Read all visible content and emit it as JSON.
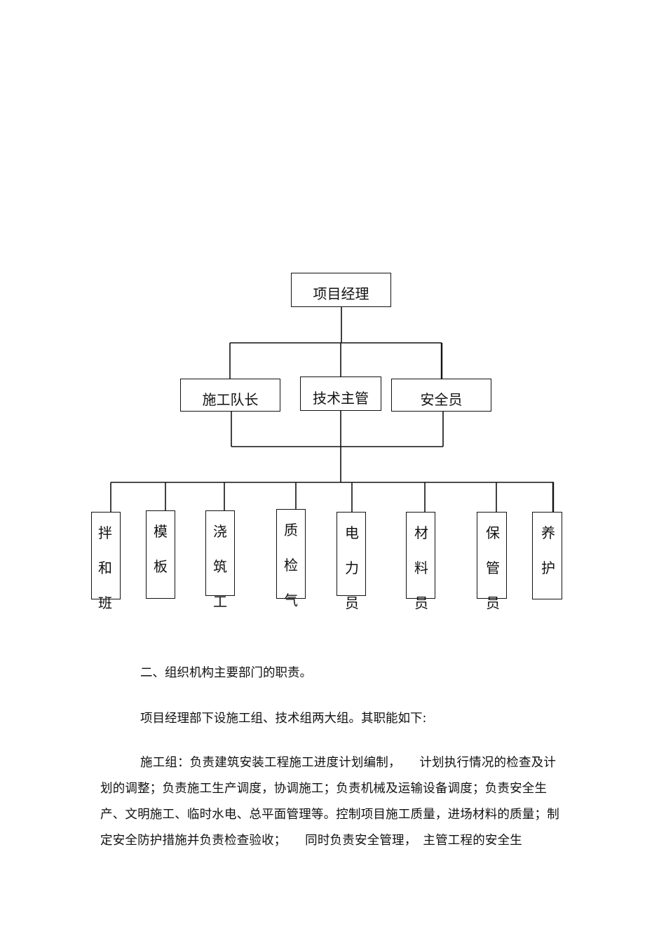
{
  "org_chart": {
    "top": "项目经理",
    "middle": [
      "施工队长",
      "技术主管",
      "安全员"
    ],
    "bottom": [
      [
        "拌",
        "和",
        "班"
      ],
      [
        "模",
        "板"
      ],
      [
        "浇",
        "筑",
        "工"
      ],
      [
        "质",
        "检",
        "气"
      ],
      [
        "电",
        "力",
        "员"
      ],
      [
        "材",
        "料",
        "员"
      ],
      [
        "保",
        "管",
        "员"
      ],
      [
        "养",
        "护"
      ]
    ]
  },
  "text": {
    "heading": "二、组织机构主要部门的职责。",
    "intro": "项目经理部下设施工组、技术组两大组。其职能如下:",
    "paragraph": "施工组：负责建筑安装工程施工进度计划编制，　　计划执行情况的检查及计划的调整；负责施工生产调度，协调施工；负责机械及运输设备调度；负责安全生产、文明施工、临时水电、总平面管理等。控制项目施工质量，进场材料的质量；制定安全防护措施并负责检查验收；　　同时负责安全管理，　主管工程的安全生"
  }
}
